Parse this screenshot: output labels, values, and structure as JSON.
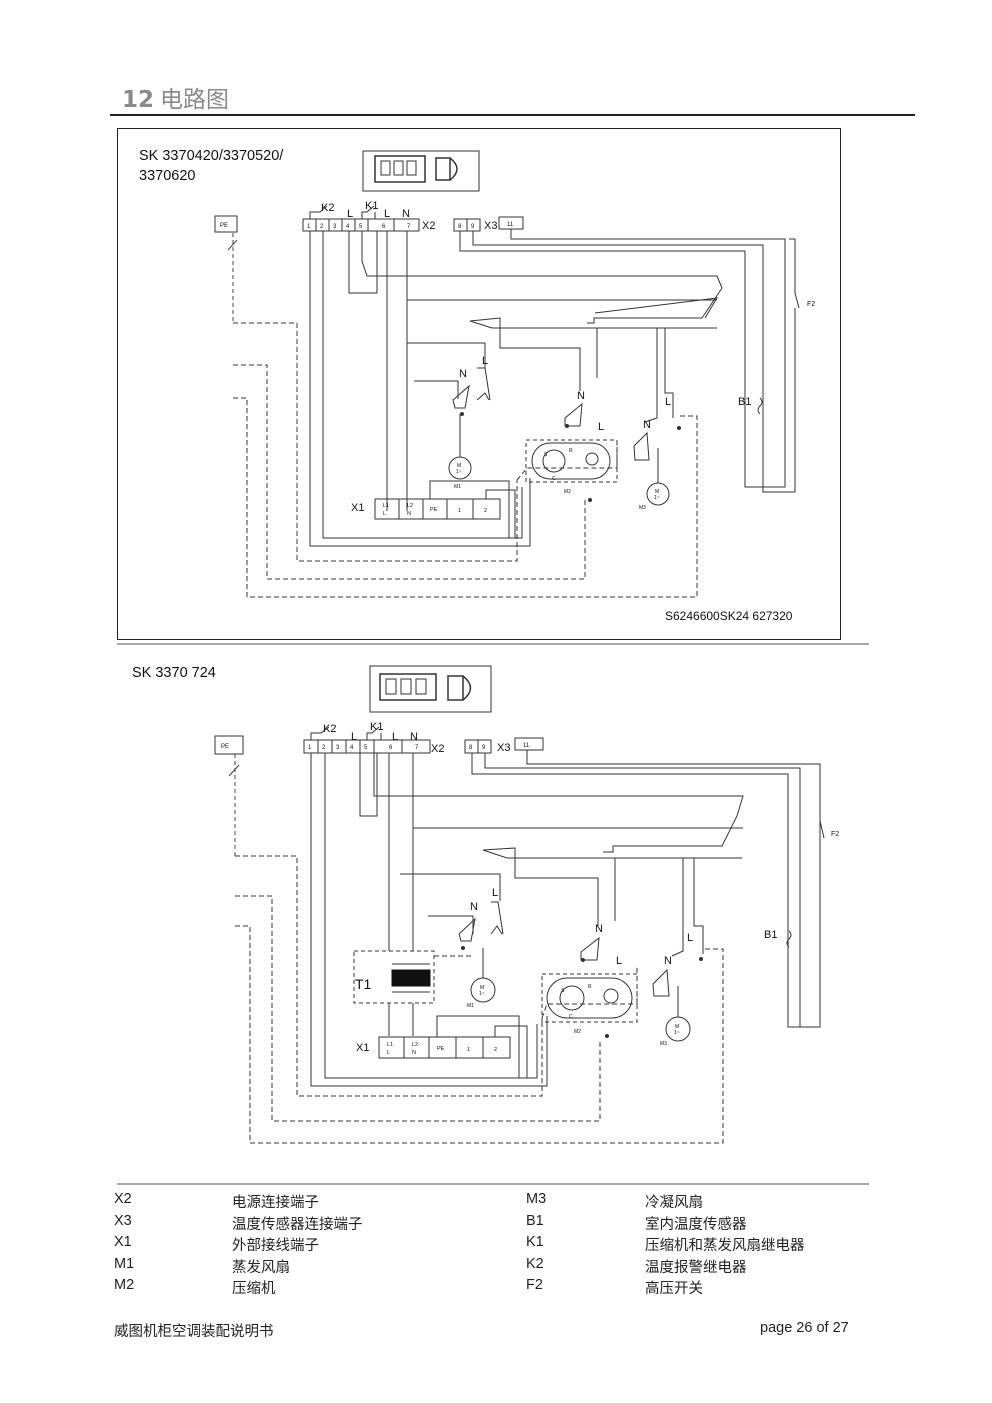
{
  "header": {
    "number": "12",
    "title": "电路图"
  },
  "diagram1": {
    "model_line1": "SK 3370420/3370520/",
    "model_line2": "3370620",
    "code": "S6246600SK24 627320",
    "labels": {
      "pe": "PE",
      "x2": "X2",
      "x3": "X3",
      "x1": "X1",
      "k1": "K1",
      "k2": "K2",
      "l": "L",
      "n": "N",
      "f2": "F2",
      "b1": "B1",
      "m1": "M1",
      "m2": "M2",
      "m3": "M3",
      "t11": "11",
      "m": "M",
      "m_sub": "1~",
      "x1_l1": "L1",
      "x1_l2": "L2",
      "x1_pe": "PE",
      "x1_1": "1",
      "x1_2": "2",
      "x2_1": "1",
      "x2_2": "2",
      "x2_3": "3",
      "x2_4": "4",
      "x2_5": "5",
      "x2_6": "6",
      "x2_7": "7",
      "x3_8": "8",
      "x3_9": "9",
      "s": "S",
      "r": "R",
      "c": "C"
    }
  },
  "diagram2": {
    "model": "SK 3370 724",
    "labels": {
      "t1": "T1"
    }
  },
  "legend": [
    {
      "code": "X2",
      "desc": "电源连接端子",
      "code2": "M3",
      "desc2": "冷凝风扇"
    },
    {
      "code": "X3",
      "desc": "温度传感器连接端子",
      "code2": "B1",
      "desc2": "室内温度传感器"
    },
    {
      "code": "X1",
      "desc": "外部接线端子",
      "code2": "K1",
      "desc2": "压缩机和蒸发风扇继电器"
    },
    {
      "code": "M1",
      "desc": "蒸发风扇",
      "code2": "K2",
      "desc2": "温度报警继电器"
    },
    {
      "code": "M2",
      "desc": "压缩机",
      "code2": "F2",
      "desc2": "高压开关"
    }
  ],
  "footer": {
    "left": "威图机柜空调装配说明书",
    "right": "page 26 of  27"
  }
}
